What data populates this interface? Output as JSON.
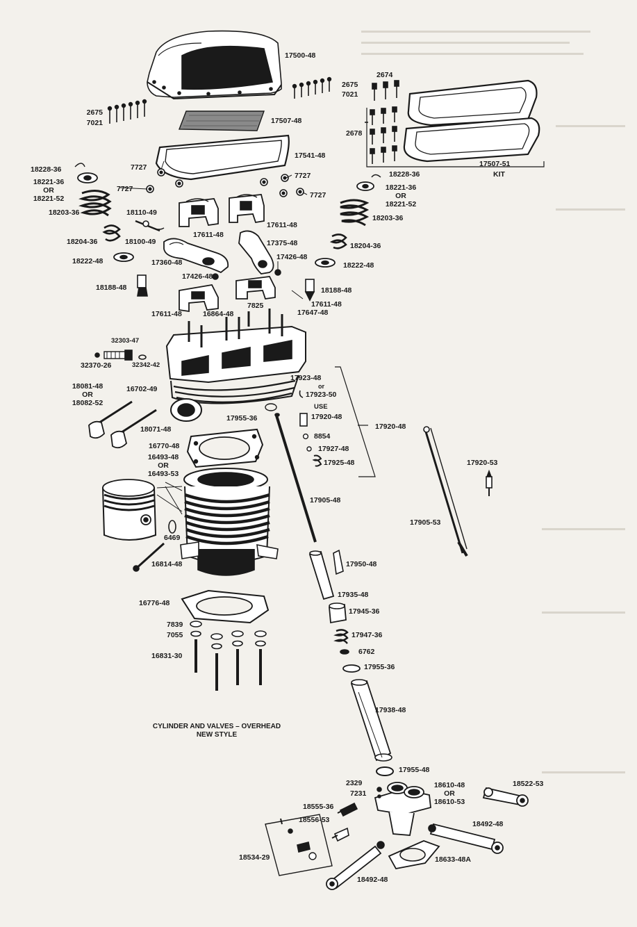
{
  "caption": {
    "line1": "CYLINDER AND VALVES – OVERHEAD",
    "line2": "NEW STYLE"
  },
  "callouts": {
    "p17500_48": "17500-48",
    "p2675_a": "2675",
    "p7021_a": "7021",
    "p2674": "2674",
    "p2675_b": "2675",
    "p7021_b": "7021",
    "p17507_48": "17507-48",
    "p2678": "2678",
    "p17541_48": "17541-48",
    "p7727_a": "7727",
    "p7727_b": "7727",
    "p7727_c": "7727",
    "p7727_d": "7727",
    "p18228_36_a": "18228-36",
    "p18228_36_b": "18228-36",
    "p17507_51": "17507-51",
    "kit": "KIT",
    "p18221_36_a": "18221-36",
    "or_a": "OR",
    "p18221_52_a": "18221-52",
    "p18221_36_b": "18221-36",
    "or_b": "OR",
    "p18221_52_b": "18221-52",
    "p18203_36_a": "18203-36",
    "p18203_36_b": "18203-36",
    "p18110_49": "18110-49",
    "p17611_48_a": "17611-48",
    "p17611_48_b": "17611-48",
    "p18204_36_a": "18204-36",
    "p18100_49": "18100-49",
    "p17375_48": "17375-48",
    "p18204_36_b": "18204-36",
    "p18222_48_a": "18222-48",
    "p17360_48": "17360-48",
    "p17426_48_a": "17426-48",
    "p18222_48_b": "18222-48",
    "p18188_48_a": "18188-48",
    "p17426_48_b": "17426-48",
    "p18188_48_b": "18188-48",
    "p7825": "7825",
    "p17611_48_c": "17611-48",
    "p17611_48_d": "17611-48",
    "p16864_48": "16864-48",
    "p17647_48": "17647-48",
    "p32303_47": "32303-47",
    "p32370_26": "32370-26",
    "p32342_42": "32342-42",
    "p17923_48": "17923-48",
    "or_c": "or",
    "p17923_50": "17923-50",
    "use": "USE",
    "p17920_48_a": "17920-48",
    "p17920_48_b": "17920-48",
    "p18081_48": "18081-48",
    "or_d": "OR",
    "p18082_52": "18082-52",
    "p16702_49": "16702-49",
    "p17955_36_a": "17955-36",
    "p8854": "8854",
    "p18071_48": "18071-48",
    "p17927_48": "17927-48",
    "p16770_48": "16770-48",
    "p17925_48": "17925-48",
    "p16493_48": "16493-48",
    "or_e": "OR",
    "p16493_53": "16493-53",
    "p17920_53": "17920-53",
    "p17905_48": "17905-48",
    "p6469": "6469",
    "p17905_53": "17905-53",
    "p16814_48": "16814-48",
    "p17950_48": "17950-48",
    "p17935_48": "17935-48",
    "p16776_48": "16776-48",
    "p17945_36": "17945-36",
    "p7839": "7839",
    "p7055": "7055",
    "p17947_36": "17947-36",
    "p16831_30": "16831-30",
    "p6762": "6762",
    "p17955_36_b": "17955-36",
    "p17938_48": "17938-48",
    "p17955_48": "17955-48",
    "p2329": "2329",
    "p7231": "7231",
    "p18610_48": "18610-48",
    "or_f": "OR",
    "p18610_53": "18610-53",
    "p18522_53": "18522-53",
    "p18555_36": "18555-36",
    "p18556_53": "18556-53",
    "p18492_48_a": "18492-48",
    "p18534_29": "18534-29",
    "p18633_48A": "18633-48A",
    "p18492_48_b": "18492-48"
  }
}
